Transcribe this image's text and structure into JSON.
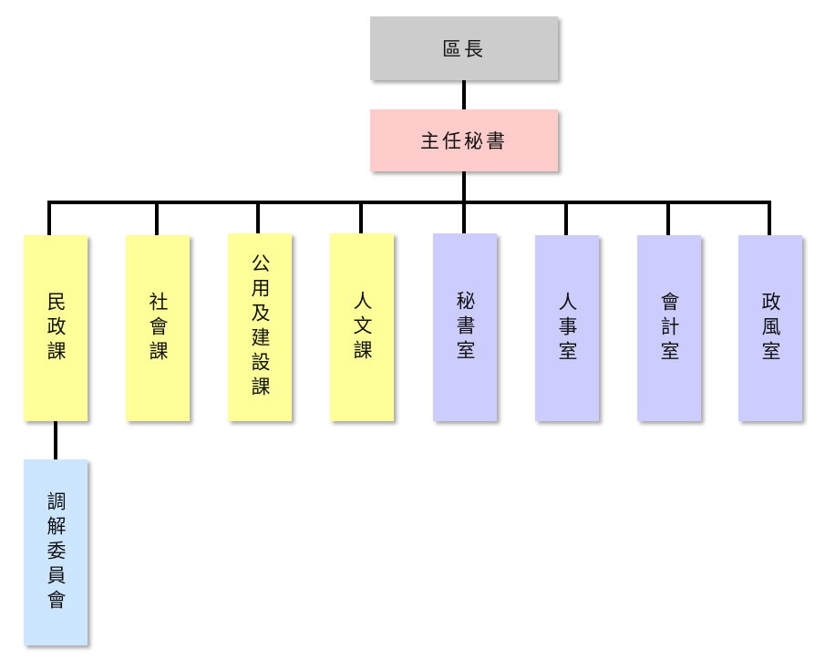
{
  "org": {
    "head": "區長",
    "secretary_general": "主任秘書",
    "units": [
      {
        "name": "民政課",
        "color": "#ffff99"
      },
      {
        "name": "社會課",
        "color": "#ffff99"
      },
      {
        "name": "公用及建設課",
        "color": "#ffff99"
      },
      {
        "name": "人文課",
        "color": "#ffff99"
      },
      {
        "name": "秘書室",
        "color": "#ccccff"
      },
      {
        "name": "人事室",
        "color": "#ccccff"
      },
      {
        "name": "會計室",
        "color": "#ccccff"
      },
      {
        "name": "政風室",
        "color": "#ccccff"
      }
    ],
    "sub_unit": {
      "name": "調解委員會",
      "parent": "民政課",
      "color": "#cce6ff"
    }
  }
}
